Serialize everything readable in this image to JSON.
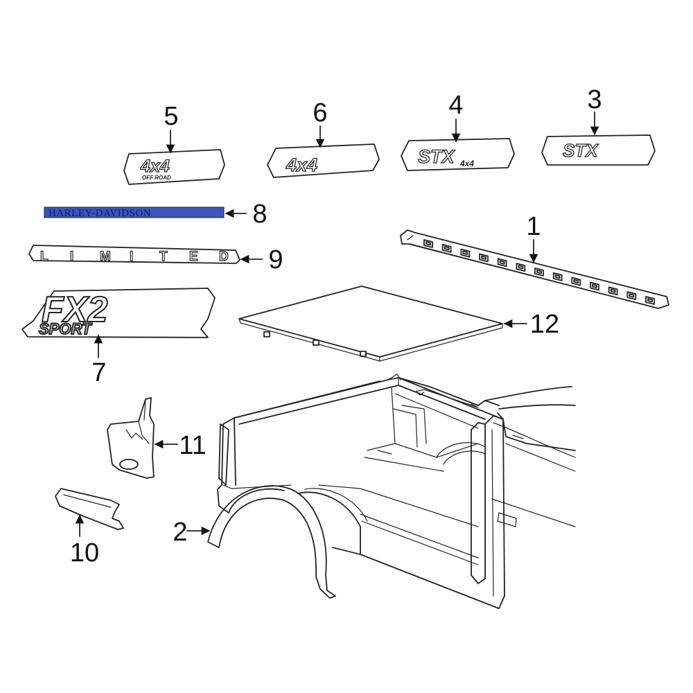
{
  "diagram": {
    "callouts": [
      {
        "id": "1",
        "label": "1"
      },
      {
        "id": "2",
        "label": "2"
      },
      {
        "id": "3",
        "label": "3"
      },
      {
        "id": "4",
        "label": "4"
      },
      {
        "id": "5",
        "label": "5"
      },
      {
        "id": "6",
        "label": "6"
      },
      {
        "id": "7",
        "label": "7"
      },
      {
        "id": "8",
        "label": "8"
      },
      {
        "id": "9",
        "label": "9"
      },
      {
        "id": "10",
        "label": "10"
      },
      {
        "id": "11",
        "label": "11"
      },
      {
        "id": "12",
        "label": "12"
      }
    ],
    "emblems": {
      "stx": "STX",
      "stx_4x4_sub": "4x4",
      "four_by_four": "4x4",
      "off_road": "OFF ROAD",
      "harley": "HARLEY-DAVIDSON",
      "limited": [
        "L",
        "I",
        "M",
        "I",
        "T",
        "E",
        "D"
      ],
      "fx2": "FX2",
      "sport": "SPORT"
    },
    "colors": {
      "line": "#222222",
      "harley_bar": "#3a56b8"
    }
  }
}
